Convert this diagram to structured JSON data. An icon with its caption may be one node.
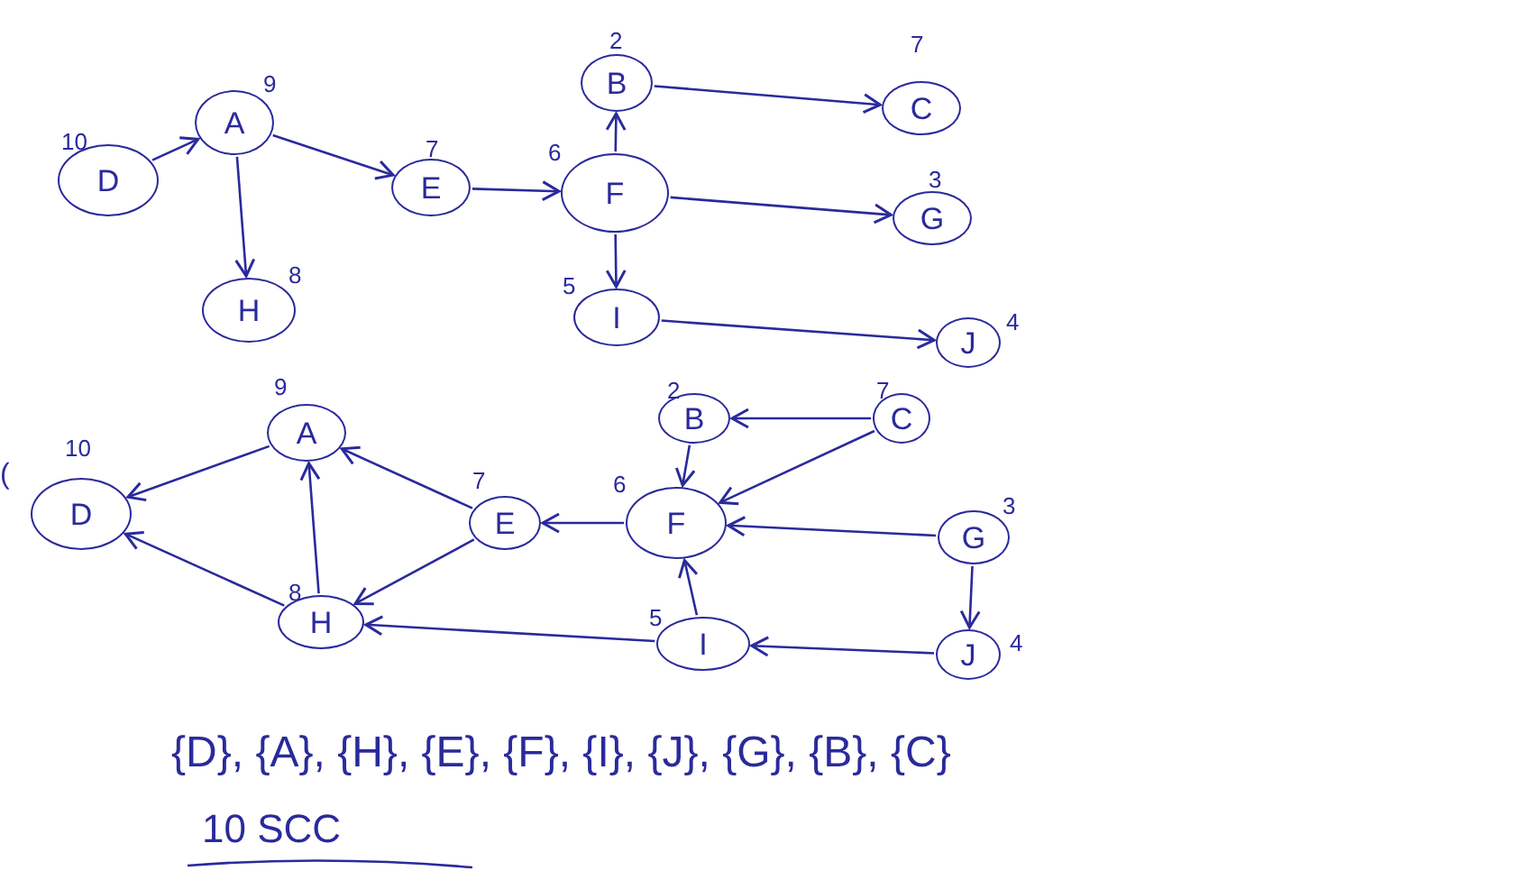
{
  "diagram": {
    "nodes": [
      {
        "text": [
          "D"
        ],
        "beside": [
          "10"
        ]
      },
      {
        "text": [
          "A"
        ],
        "beside": [
          "9"
        ]
      },
      {
        "text": [
          "H"
        ],
        "beside": [
          "8"
        ]
      },
      {
        "text": [
          "E"
        ],
        "beside": [
          "7"
        ]
      },
      {
        "text": [
          "B"
        ],
        "beside": [
          "2"
        ]
      },
      {
        "text": [
          "F"
        ],
        "beside": [
          "6"
        ]
      },
      {
        "text": [
          "C"
        ],
        "beside": [
          "7"
        ]
      },
      {
        "text": [
          "G"
        ],
        "beside": [
          "3"
        ]
      },
      {
        "text": [
          "I"
        ],
        "beside": [
          "5"
        ]
      },
      {
        "text": [
          "J"
        ],
        "beside": [
          "4"
        ]
      },
      {
        "text": [
          "B"
        ],
        "beside": [
          "2"
        ]
      },
      {
        "text": [
          "C"
        ],
        "beside": [
          "7"
        ]
      },
      {
        "text": [
          "A"
        ],
        "beside": [
          "9"
        ]
      },
      {
        "text": [
          "D"
        ],
        "beside": [
          "10"
        ]
      },
      {
        "text": [
          "E"
        ],
        "beside": [
          "7"
        ]
      },
      {
        "text": [
          "F"
        ],
        "beside": [
          "6"
        ]
      },
      {
        "text": [
          "G"
        ],
        "beside": [
          "3"
        ]
      },
      {
        "text": [
          "H"
        ],
        "beside": [
          "8"
        ]
      },
      {
        "text": [
          "I"
        ],
        "beside": [
          "5"
        ]
      },
      {
        "text": [
          "J"
        ],
        "beside": [
          "4"
        ]
      }
    ],
    "edges": [
      {
        "from": 0,
        "to": 1,
        "arrow": "to"
      },
      {
        "from": 1,
        "to": 3,
        "arrow": "to"
      },
      {
        "from": 1,
        "to": 2,
        "arrow": "to"
      },
      {
        "from": 3,
        "to": 5,
        "arrow": "to"
      },
      {
        "from": 5,
        "to": 4,
        "arrow": "to"
      },
      {
        "from": 4,
        "to": 6,
        "arrow": "to"
      },
      {
        "from": 5,
        "to": 7,
        "arrow": "to"
      },
      {
        "from": 5,
        "to": 8,
        "arrow": "to"
      },
      {
        "from": 8,
        "to": 9,
        "arrow": "to"
      },
      {
        "from": 11,
        "to": 10,
        "arrow": "to"
      },
      {
        "from": 10,
        "to": 15,
        "arrow": "to"
      },
      {
        "from": 11,
        "to": 15,
        "arrow": "to"
      },
      {
        "from": 12,
        "to": 13,
        "arrow": "to"
      },
      {
        "from": 14,
        "to": 12,
        "arrow": "to"
      },
      {
        "from": 17,
        "to": 12,
        "arrow": "to"
      },
      {
        "from": 17,
        "to": 13,
        "arrow": "to"
      },
      {
        "from": 14,
        "to": 17,
        "arrow": "to"
      },
      {
        "from": 15,
        "to": 14,
        "arrow": "to"
      },
      {
        "from": 16,
        "to": 15,
        "arrow": "to"
      },
      {
        "from": 16,
        "to": 19,
        "arrow": "to"
      },
      {
        "from": 18,
        "to": 15,
        "arrow": "to"
      },
      {
        "from": 18,
        "to": 17,
        "arrow": "to"
      },
      {
        "from": 19,
        "to": 18,
        "arrow": "to"
      }
    ],
    "labels": [
      "(",
      "{D}, {A}, {H}, {E}, {F}, {I}, {J}, {G}, {B}, {C}",
      "10 SCC"
    ]
  }
}
